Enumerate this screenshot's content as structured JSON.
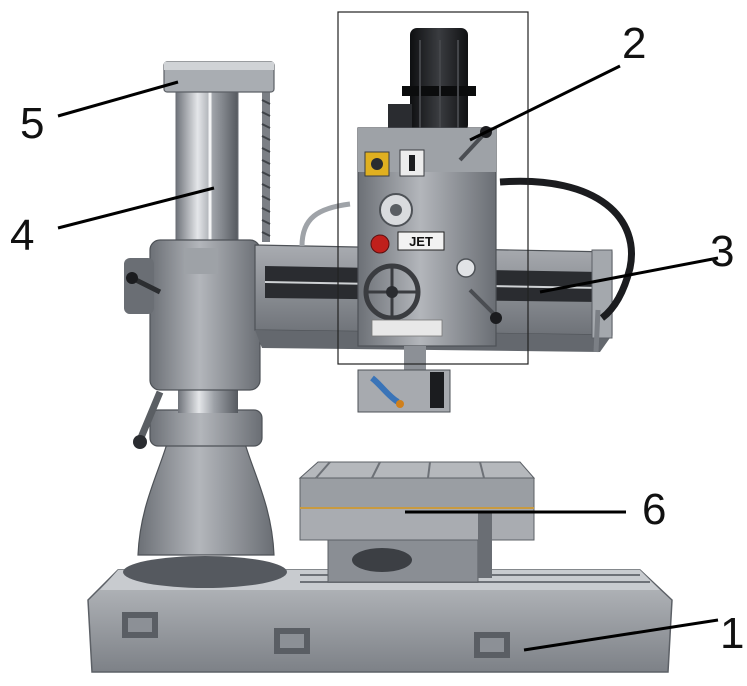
{
  "diagram": {
    "brand_logo": "JET",
    "callouts": [
      {
        "id": "callout-1",
        "number": "1"
      },
      {
        "id": "callout-2",
        "number": "2"
      },
      {
        "id": "callout-3",
        "number": "3"
      },
      {
        "id": "callout-4",
        "number": "4"
      },
      {
        "id": "callout-5",
        "number": "5"
      },
      {
        "id": "callout-6",
        "number": "6"
      }
    ],
    "colors": {
      "machine_gray": "#8e9297",
      "machine_dark": "#4a4d52",
      "machine_light": "#c9ccd0",
      "column_chrome": "#b8bcc2",
      "motor_black": "#1c1d20",
      "highlight_box": "#222222",
      "leader_line": "#000000"
    }
  }
}
